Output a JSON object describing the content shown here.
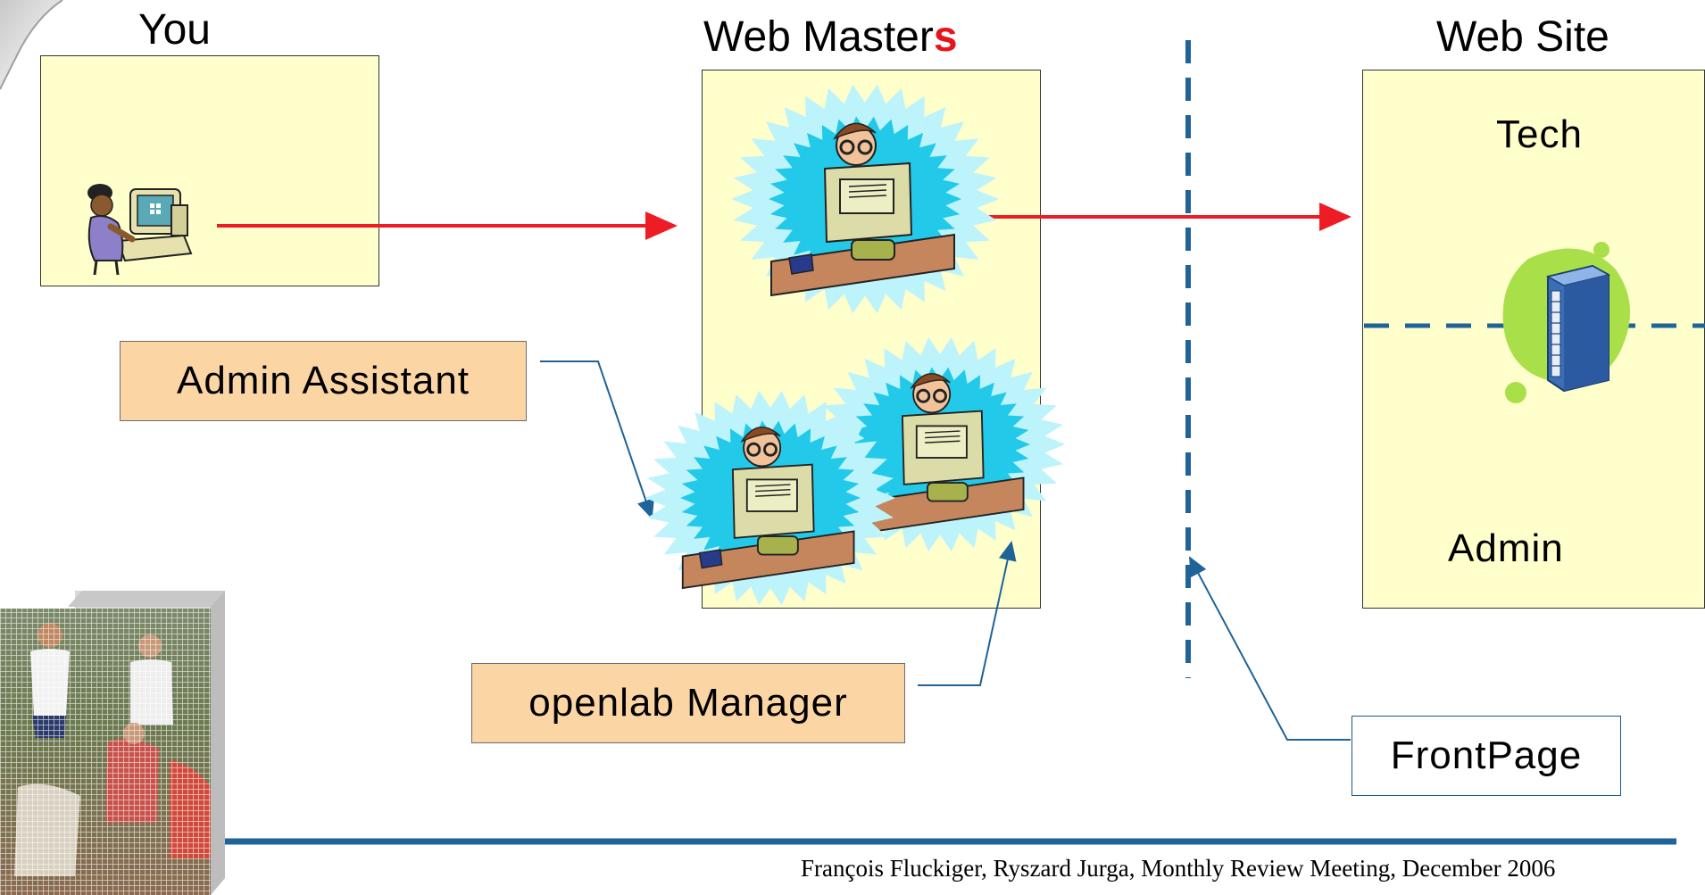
{
  "columns": {
    "you": {
      "title": "You"
    },
    "webmasters": {
      "title_main": "Web Master",
      "title_accent": "s"
    },
    "website": {
      "title": "Web Site",
      "tech_label": "Tech",
      "admin_label": "Admin"
    }
  },
  "callouts": {
    "admin_assistant": "Admin Assistant",
    "openlab_manager": "openlab Manager",
    "frontpage": "FrontPage"
  },
  "footer": {
    "credit": "François Fluckiger, Ryszard Jurga, Monthly Review Meeting, December 2006"
  },
  "colors": {
    "box_fill": "#ffffcc",
    "label_fill": "#fcd5a5",
    "flow_arrow": "#ee1c25",
    "divider": "#1f6399",
    "footer_rule": "#1f6399",
    "burst_outer": "#bdf3fb",
    "burst_inner": "#23c9e9"
  },
  "icons": {
    "user_computer": "person-at-computer-icon",
    "webmaster": "webmaster-at-desk-icon",
    "server": "server-tower-icon",
    "photo": "team-photo"
  }
}
